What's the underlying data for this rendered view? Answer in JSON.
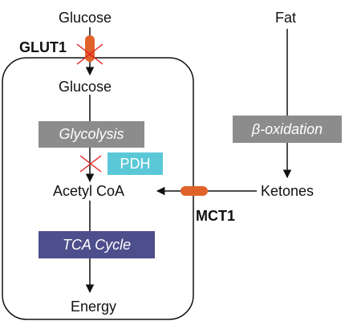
{
  "left": {
    "glucose_outside": "Glucose",
    "glucose_inside": "Glucose",
    "glycolysis": "Glycolysis",
    "pdh": "PDH",
    "acetyl_coa": "Acetyl CoA",
    "tca_cycle": "TCA Cycle",
    "energy": "Energy"
  },
  "right": {
    "fat": "Fat",
    "beta_oxidation": "β-oxidation",
    "ketones": "Ketones"
  },
  "transporters": {
    "glut1": "GLUT1",
    "mct1": "MCT1"
  },
  "colors": {
    "transporter": "#e0622a",
    "inhibition": "#e02020",
    "glycolysis_box": "#8c8c8c",
    "pdh_box": "#5bc8d8",
    "tca_box": "#4d4e8c",
    "beta_box": "#8c8c8c"
  }
}
